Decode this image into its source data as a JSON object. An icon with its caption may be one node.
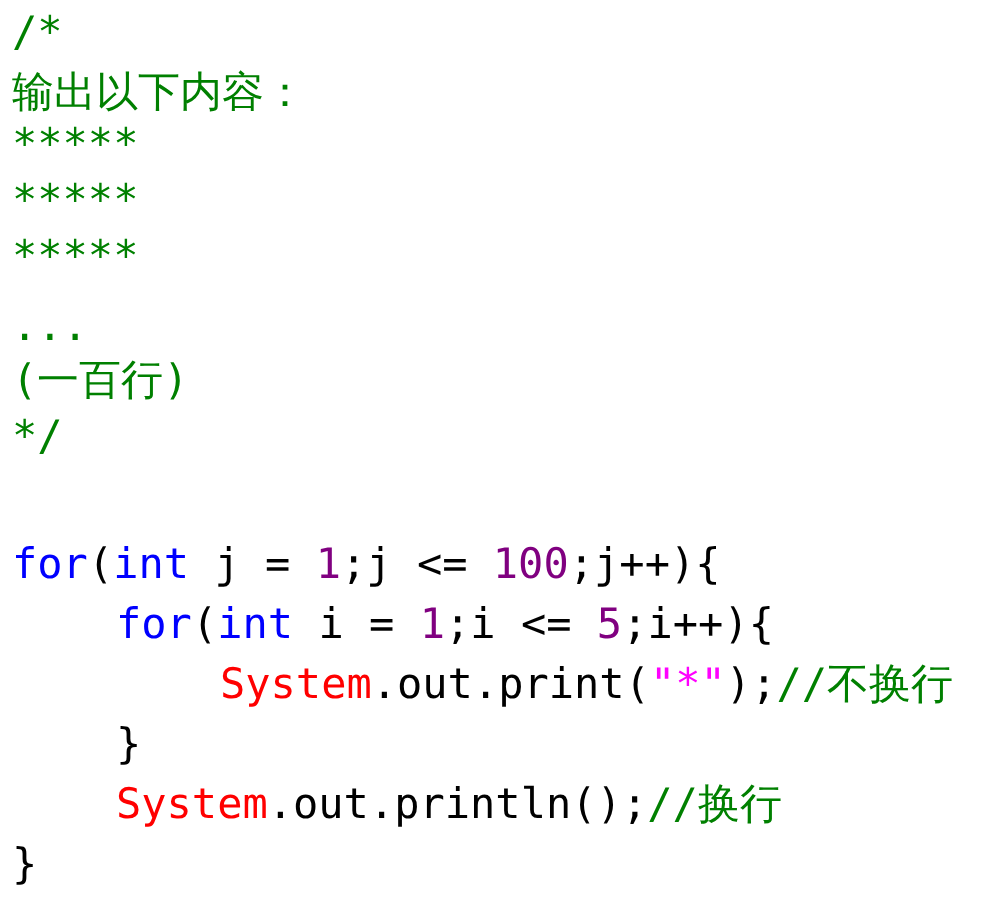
{
  "diagram": {
    "labels": [
      "/*",
      "输出以下内容：",
      "*****",
      "*****",
      "*****",
      "...",
      "(一百行)",
      "*/",
      "for(int j = 1;j <= 100;j++){",
      "for(int i = 1;i <= 5;i++){",
      "System.out.print(\"*\");//不换行",
      "}",
      "System.out.println();//换行",
      "}"
    ]
  }
}
